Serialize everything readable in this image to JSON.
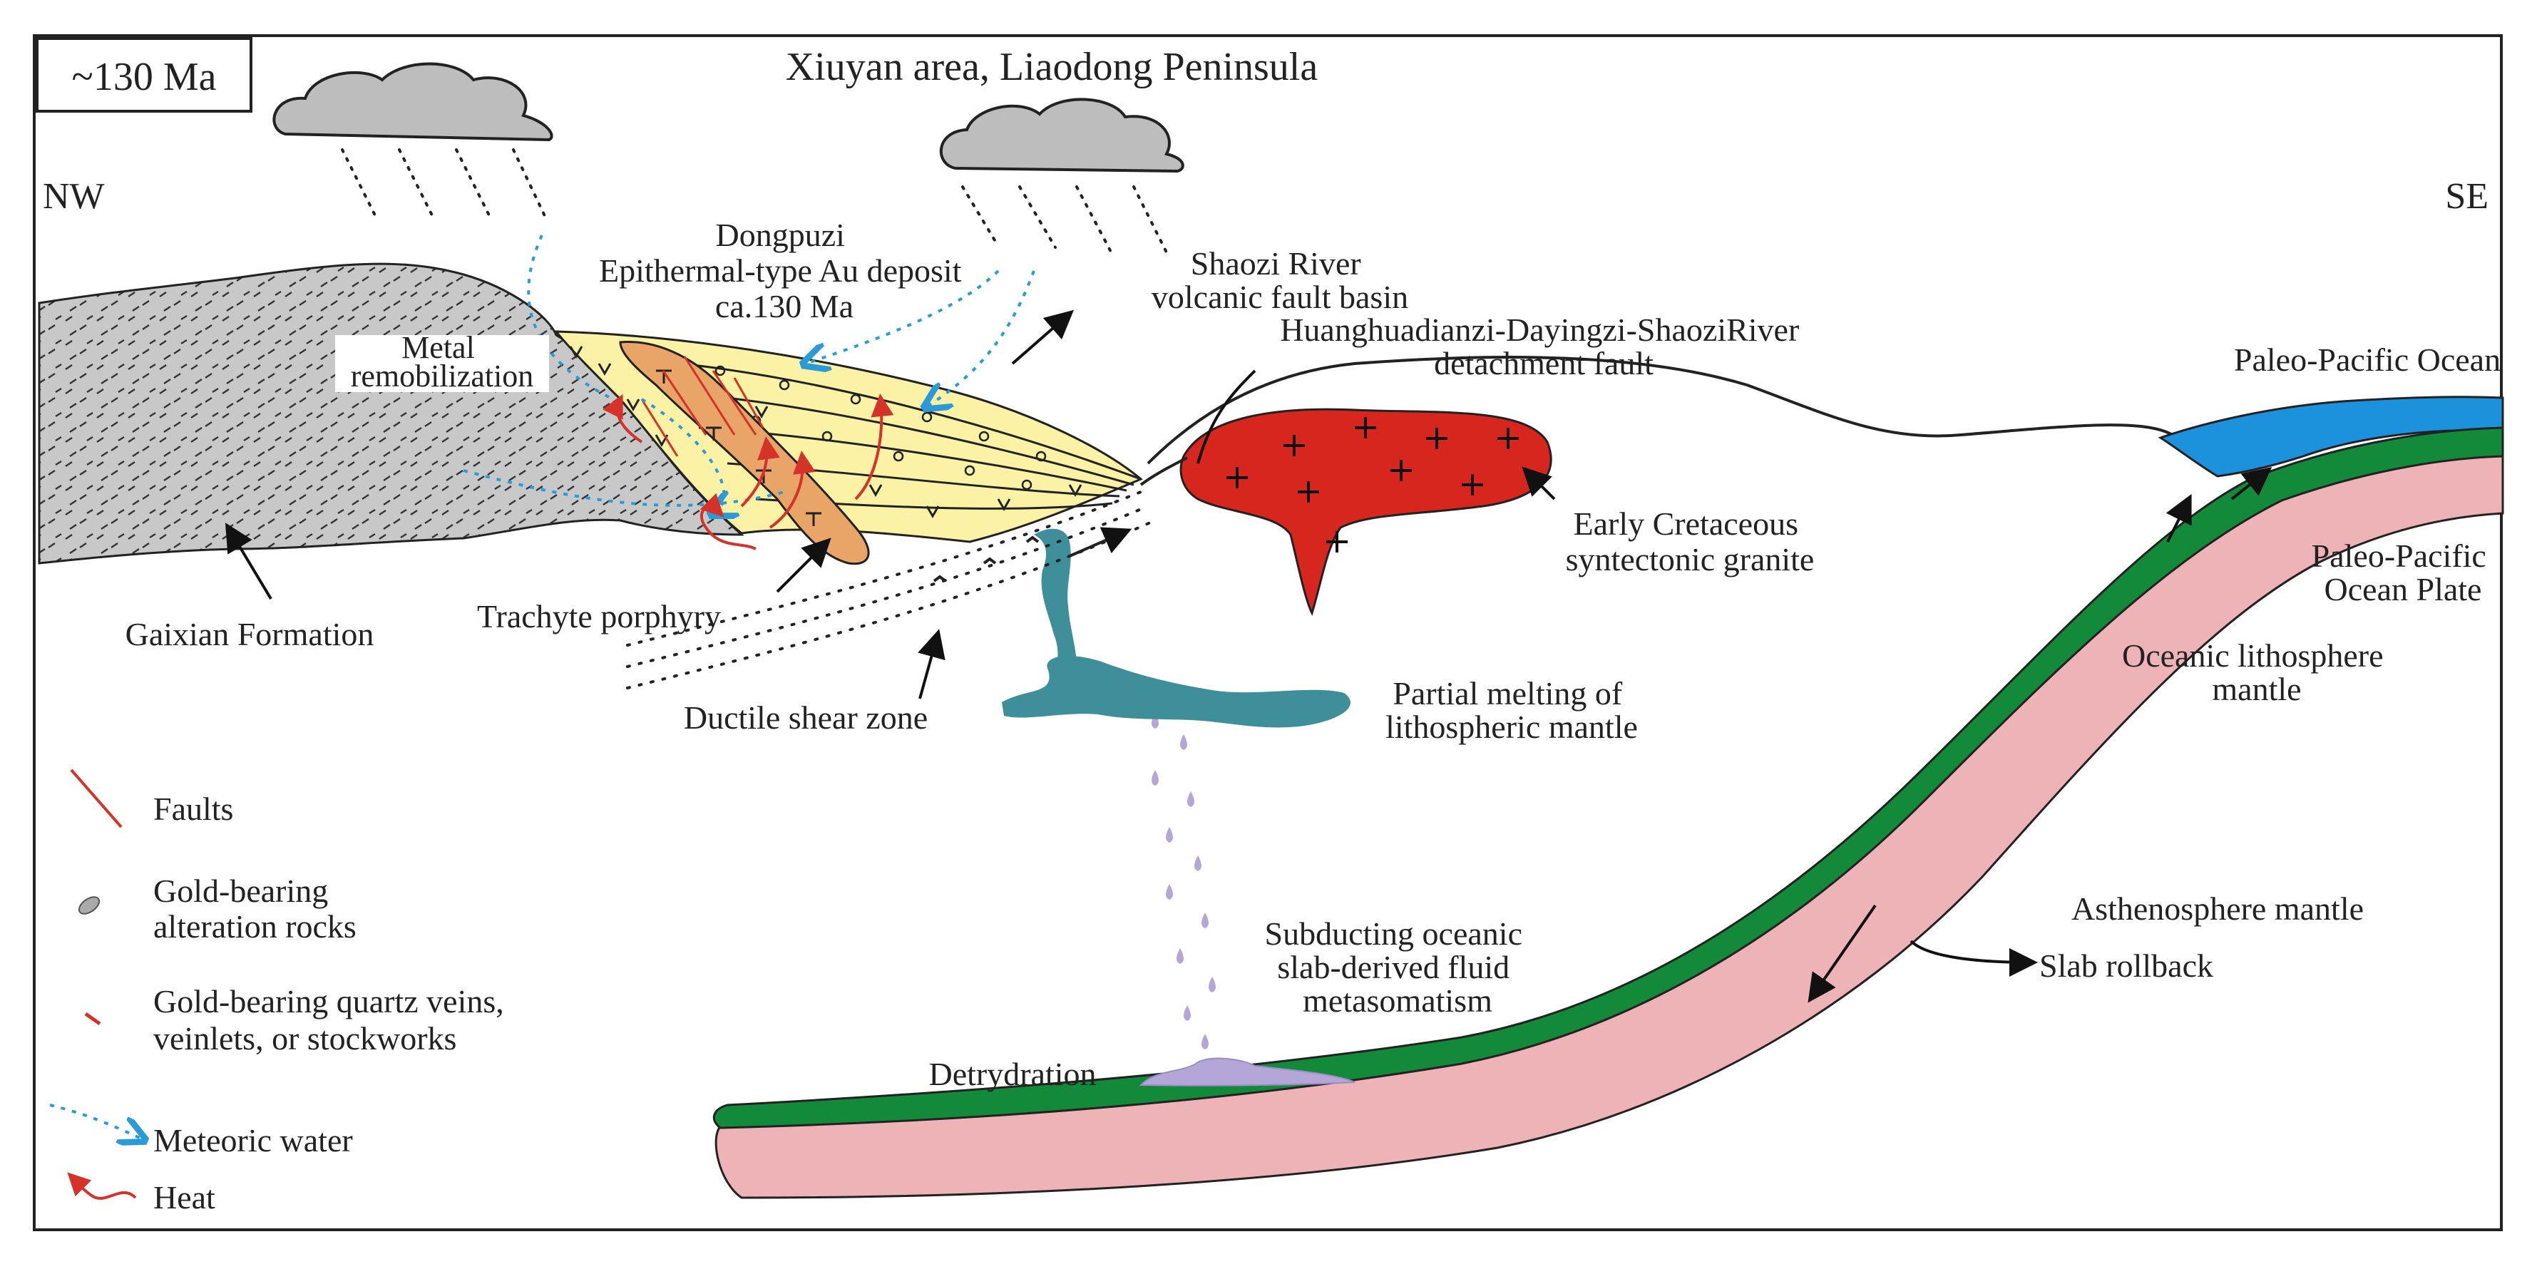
{
  "title": "Xiuyan area, Liaodong Peninsula",
  "age_box": "~130 Ma",
  "orientation": {
    "left": "NW",
    "right": "SE"
  },
  "labels": {
    "deposit": [
      "Dongpuzi",
      "Epithermal-type Au deposit",
      "ca.130 Ma"
    ],
    "metal_remobilization": [
      "Metal",
      "remobilization"
    ],
    "basin": [
      "Shaozi River",
      "volcanic fault basin"
    ],
    "detachment": [
      "Huanghuadianzi-Dayingzi-ShaoziRiver",
      "detachment fault"
    ],
    "paleo_pacific_ocean": "Paleo-Pacific Ocean",
    "granite": [
      "Early Cretaceous",
      "syntectonic granite"
    ],
    "gaixian": "Gaixian Formation",
    "trachyte": "Trachyte porphyry",
    "shear_zone": "Ductile shear zone",
    "partial_melting": [
      "Partial melting of",
      "lithospheric mantle"
    ],
    "ocean_plate": [
      "Paleo-Pacific",
      "Ocean Plate"
    ],
    "oceanic_mantle": [
      "Oceanic lithosphere",
      "mantle"
    ],
    "asthenosphere": "Asthenosphere mantle",
    "slab_rollback": "Slab rollback",
    "metasomatism": [
      "Subducting oceanic",
      "slab-derived fluid",
      "metasomatism"
    ],
    "dehydration": "Detrydration"
  },
  "legend": [
    {
      "key": "faults",
      "lines": [
        "Faults"
      ]
    },
    {
      "key": "gold-alteration",
      "lines": [
        "Gold-bearing",
        "alteration rocks"
      ]
    },
    {
      "key": "gold-veins",
      "lines": [
        "Gold-bearing quartz veins,",
        "veinlets, or stockworks"
      ]
    },
    {
      "key": "meteoric-water",
      "lines": [
        "Meteoric water"
      ]
    },
    {
      "key": "heat",
      "lines": [
        "Heat"
      ]
    }
  ],
  "colors": {
    "gaixian": "#c8c8c8",
    "volcanic_basin": "#fbf2a6",
    "trachyte": "#e9a468",
    "granite": "#d7261e",
    "ocean": "#1d92dc",
    "oceanic_crust": "#138a3a",
    "lithosphere_mantle": "#eeb3b6",
    "partial_melt": "#3f8f9b",
    "fluid": "#b4a6d6",
    "meteoric_water": "#2a9bd8",
    "heat": "#d5322a",
    "cloud": "#bdbdbd"
  }
}
